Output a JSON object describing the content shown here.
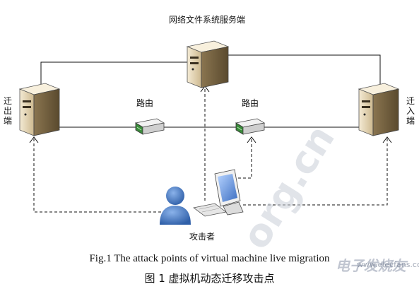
{
  "nodes": {
    "server": {
      "label": "网络文件系统服务端"
    },
    "source": {
      "label": "迁出端"
    },
    "dest": {
      "label": "迁入端"
    },
    "router1": {
      "label": "路由"
    },
    "router2": {
      "label": "路由"
    },
    "attacker": {
      "label": "攻击者"
    }
  },
  "caption": {
    "english": "Fig.1    The attack points of virtual machine live migration",
    "chinese": "图 1    虚拟机动态迁移攻击点"
  },
  "watermark": {
    "big": "org.cn",
    "logo": "电子发烧友",
    "url": "www.elecfans.com"
  },
  "colors": {
    "server_body": "#e9dcc0",
    "server_shadow": "#6b5a3a",
    "router_body": "#d8d8d8",
    "router_accent": "#3a8a3a",
    "attacker": "#3f6fb5",
    "monitor_screen": "#5b8fd6"
  }
}
